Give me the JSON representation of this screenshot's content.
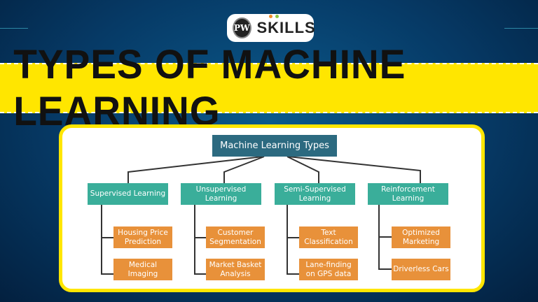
{
  "logo": {
    "mark": "PW",
    "text": "SKILLS"
  },
  "title": "TYPES OF MACHINE LEARNING",
  "colors": {
    "band": "#ffe600",
    "root": "#2c6a80",
    "category": "#3aae9a",
    "example": "#e8913a"
  },
  "diagram": {
    "root": "Machine Learning Types",
    "categories": [
      {
        "label": "Supervised Learning",
        "examples": [
          "Housing Price Prediction",
          "Medical Imaging"
        ]
      },
      {
        "label": "Unsupervised Learning",
        "examples": [
          "Customer Segmentation",
          "Market Basket Analysis"
        ]
      },
      {
        "label": "Semi-Supervised Learning",
        "examples": [
          "Text Classification",
          "Lane-finding on GPS data"
        ]
      },
      {
        "label": "Reinforcement Learning",
        "examples": [
          "Optimized Marketing",
          "Driverless Cars"
        ]
      }
    ]
  }
}
